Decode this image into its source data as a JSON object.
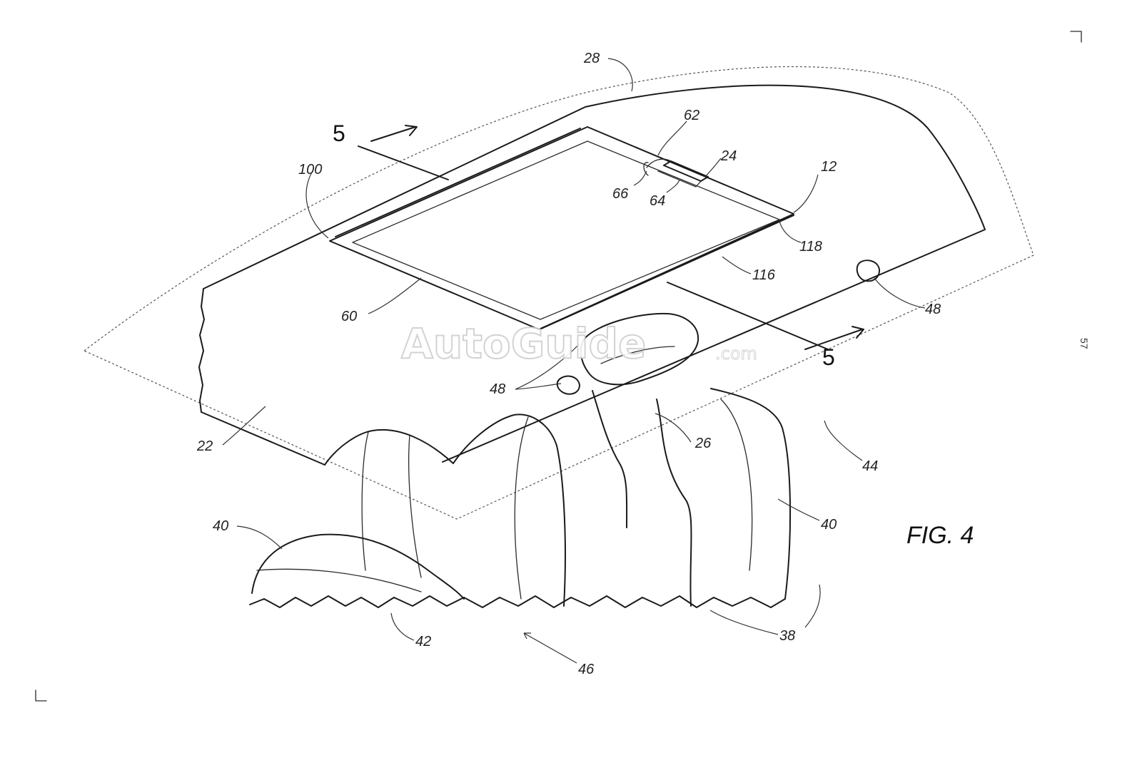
{
  "figure": {
    "label": "FIG. 4",
    "page_number": "57",
    "watermark": {
      "brand": "AutoGuide",
      "suffix": ".com"
    }
  },
  "section_lines": [
    {
      "label": "5"
    },
    {
      "label": "5"
    }
  ],
  "reference_numerals": [
    {
      "id": "28",
      "text": "28"
    },
    {
      "id": "62",
      "text": "62"
    },
    {
      "id": "24",
      "text": "24"
    },
    {
      "id": "12",
      "text": "12"
    },
    {
      "id": "100",
      "text": "100"
    },
    {
      "id": "66",
      "text": "66"
    },
    {
      "id": "64",
      "text": "64"
    },
    {
      "id": "118",
      "text": "118"
    },
    {
      "id": "116",
      "text": "116"
    },
    {
      "id": "48a",
      "text": "48"
    },
    {
      "id": "60",
      "text": "60"
    },
    {
      "id": "48b",
      "text": "48"
    },
    {
      "id": "26",
      "text": "26"
    },
    {
      "id": "22",
      "text": "22"
    },
    {
      "id": "44",
      "text": "44"
    },
    {
      "id": "40a",
      "text": "40"
    },
    {
      "id": "40b",
      "text": "40"
    },
    {
      "id": "42",
      "text": "42"
    },
    {
      "id": "46",
      "text": "46"
    },
    {
      "id": "38",
      "text": "38"
    }
  ]
}
